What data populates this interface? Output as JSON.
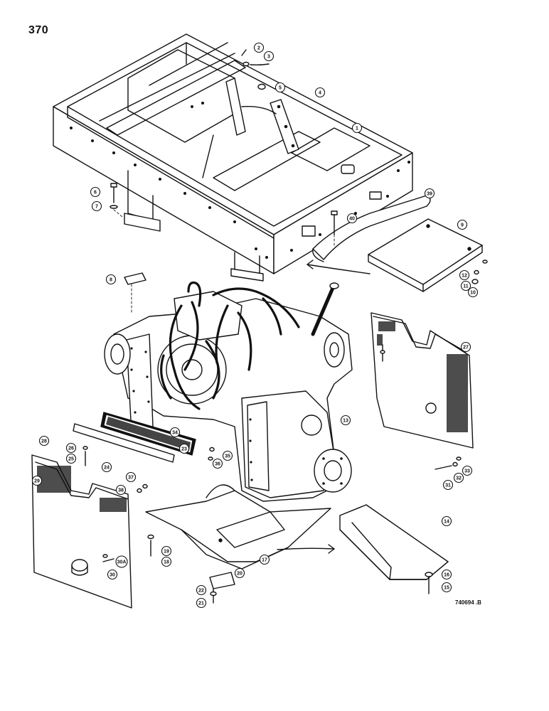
{
  "page_number": "370",
  "figure_ref": "740694 .B",
  "callouts": [
    "1",
    "2",
    "3",
    "4",
    "5",
    "6",
    "7",
    "8",
    "9",
    "10",
    "11",
    "12",
    "13",
    "14",
    "15",
    "16",
    "17",
    "18",
    "19",
    "20",
    "21",
    "22",
    "23",
    "24",
    "25",
    "26",
    "27",
    "28",
    "29",
    "30",
    "30A",
    "31",
    "32",
    "33",
    "34",
    "35",
    "36",
    "37",
    "38",
    "39",
    "40"
  ],
  "colors": {
    "line": "#111111",
    "paper": "#ffffff",
    "shade": "#2a2a2a"
  }
}
